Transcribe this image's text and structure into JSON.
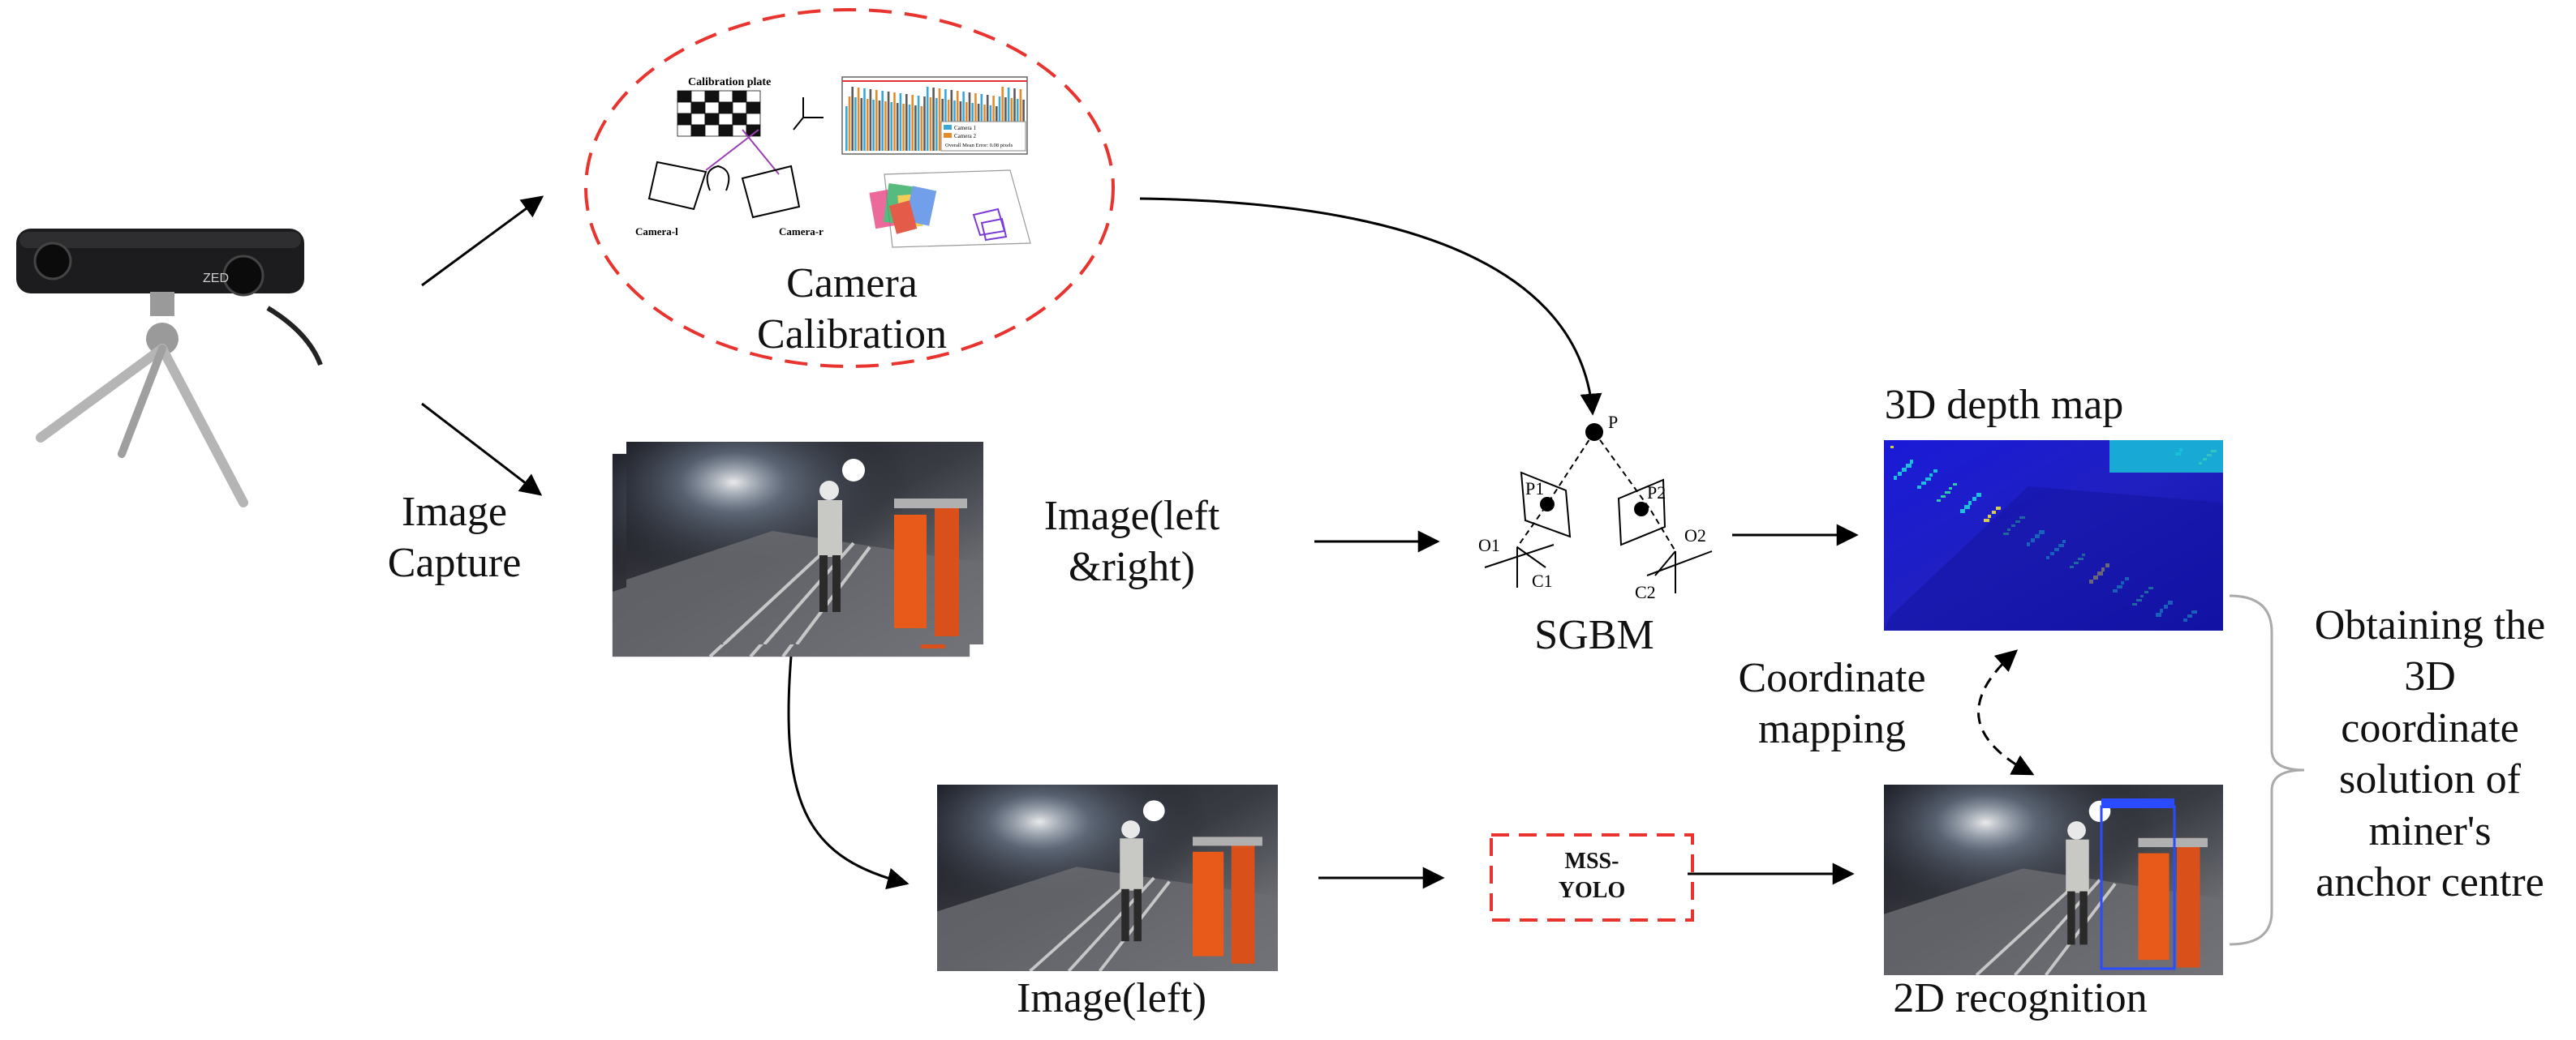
{
  "labels": {
    "camera_calibration": "Camera\nCalibration",
    "image_capture": "Image\nCapture",
    "image_left_right": "Image(left\n&right)",
    "sgbm": "SGBM",
    "depth_map": "3D depth map",
    "coordinate_mapping": "Coordinate\nmapping",
    "mss_yolo": "MSS-\nYOLO",
    "image_left": "Image(left)",
    "recognition_2d": "2D recognition",
    "result": "Obtaining the\n3D\ncoordinate\nsolution of\nminer's\nanchor centre"
  },
  "calibration_inset": {
    "plate_label": "Calibration plate",
    "camera_left": "Camera-l",
    "camera_right": "Camera-r",
    "legend": [
      "Camera 1",
      "Camera 2",
      "Overall Mean Error: 0.08 pixels"
    ]
  },
  "stereo_geometry": {
    "point": "P",
    "p1": "P1",
    "p2": "P2",
    "o1": "O1",
    "o2": "O2",
    "c1": "C1",
    "c2": "C2"
  },
  "camera_device": {
    "brand_text": "ZED"
  },
  "colors": {
    "dashed_red": "#e8332e",
    "arrow": "#000000",
    "depth_blue": "#2222cc",
    "detection_box": "#2a4bff"
  }
}
